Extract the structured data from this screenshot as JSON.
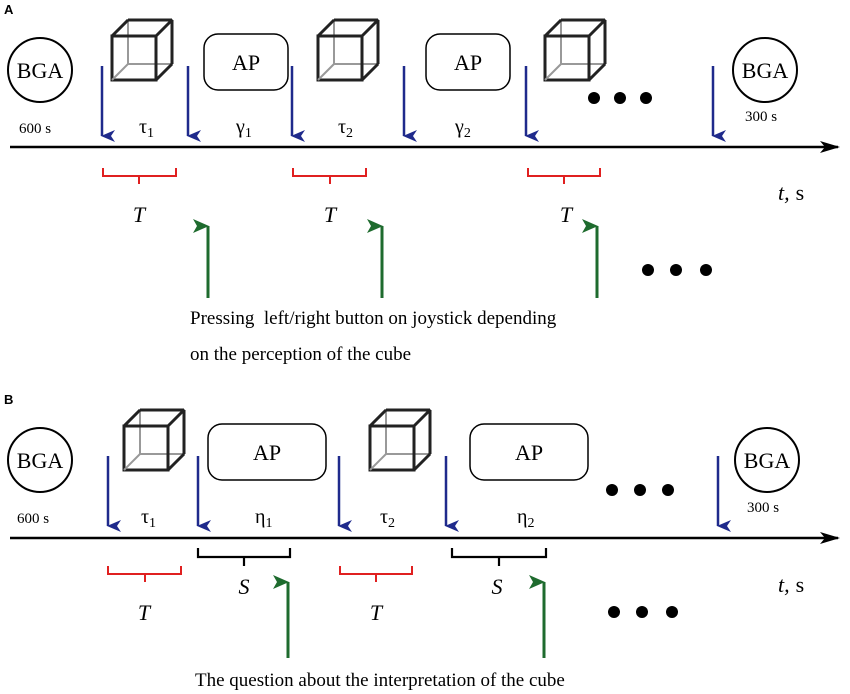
{
  "panel_a": {
    "letter": "A",
    "bga_start": "BGA",
    "bga_end": "BGA",
    "start_duration": "600 s",
    "end_duration": "300 s",
    "ap_1": "AP",
    "ap_2": "AP",
    "tau_1": {
      "symbol": "τ",
      "sub": "1"
    },
    "gamma_1": {
      "symbol": "γ",
      "sub": "1"
    },
    "tau_2": {
      "symbol": "τ",
      "sub": "2"
    },
    "gamma_2": {
      "symbol": "γ",
      "sub": "2"
    },
    "bracket_label": "T",
    "axis_label_var": "t,",
    "axis_label_unit": "s",
    "caption_line_1": "Pressing  left/right button on joystick depending",
    "caption_line_2": "on the perception of the cube"
  },
  "panel_b": {
    "letter": "B",
    "bga_start": "BGA",
    "bga_end": "BGA",
    "start_duration": "600 s",
    "end_duration": "300 s",
    "ap_1": "AP",
    "ap_2": "AP",
    "tau_1": {
      "symbol": "τ",
      "sub": "1"
    },
    "eta_1": {
      "symbol": "η",
      "sub": "1"
    },
    "tau_2": {
      "symbol": "τ",
      "sub": "2"
    },
    "eta_2": {
      "symbol": "η",
      "sub": "2"
    },
    "bracket_label_t": "T",
    "bracket_label_s": "S",
    "axis_label_var": "t,",
    "axis_label_unit": "s",
    "caption_line_1": "The question about the interpretation of the cube"
  },
  "colors": {
    "blue_arrow": "#1f2a8c",
    "green_arrow": "#1e6b2e",
    "red_bracket": "#e02020",
    "black": "#000000"
  },
  "icons": [
    "cube-icon",
    "ellipsis-icon",
    "arrow-down-icon",
    "arrow-up-icon"
  ]
}
